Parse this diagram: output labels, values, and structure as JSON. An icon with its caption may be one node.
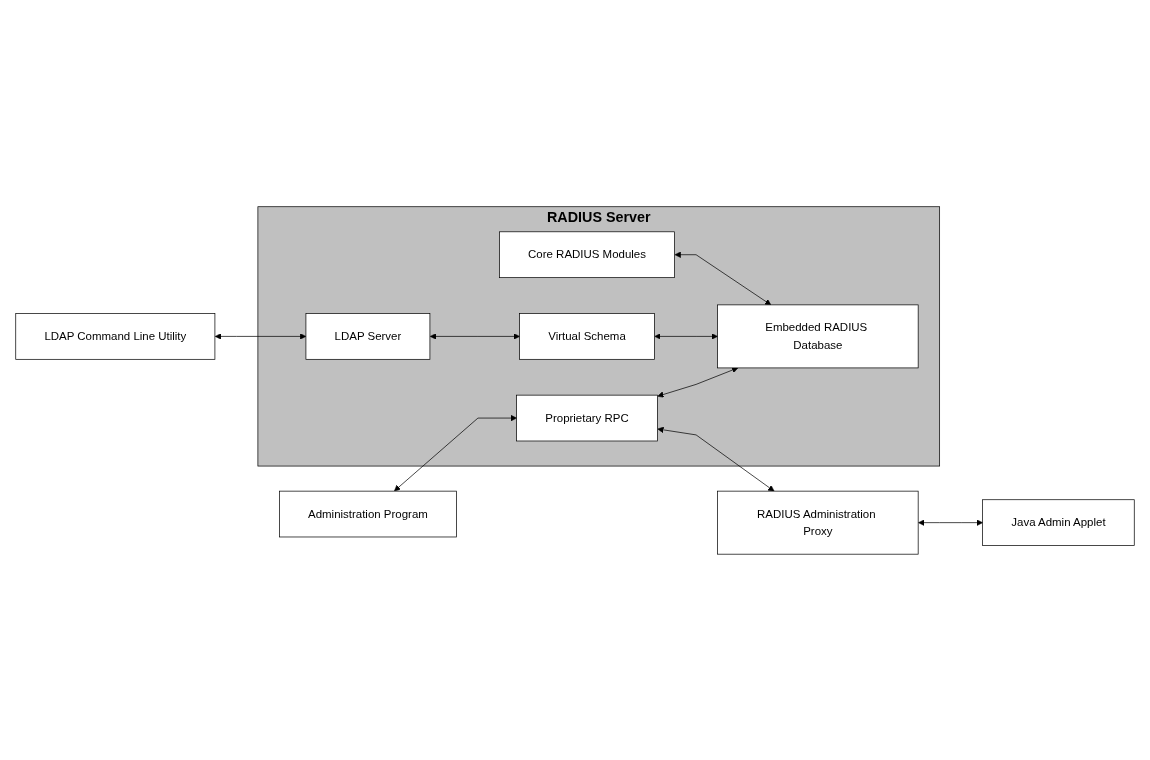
{
  "diagram": {
    "nodes": [
      {
        "text": [
          "RADIUS Server"
        ]
      },
      {
        "text": [
          "Core RADIUS Modules"
        ],
        "in": 0
      },
      {
        "text": [
          "LDAP Server"
        ],
        "in": 0
      },
      {
        "text": [
          "Virtual Schema"
        ],
        "in": 0
      },
      {
        "text": [
          "Embedded RADIUS Database"
        ],
        "in": 0
      },
      {
        "text": [
          "Proprietary RPC"
        ],
        "in": 0
      },
      {
        "text": [
          "LDAP Command Line Utility"
        ]
      },
      {
        "text": [
          "Administration Program"
        ]
      },
      {
        "text": [
          "RADIUS Administration Proxy"
        ]
      },
      {
        "text": [
          "Java Admin Applet"
        ]
      }
    ],
    "edges": [
      {
        "from": 1,
        "to": 4,
        "arrow": "both"
      },
      {
        "from": 6,
        "to": 2,
        "arrow": "both"
      },
      {
        "from": 2,
        "to": 3,
        "arrow": "both"
      },
      {
        "from": 3,
        "to": 4,
        "arrow": "both"
      },
      {
        "from": 5,
        "to": 4,
        "arrow": "both"
      },
      {
        "from": 7,
        "to": 5,
        "arrow": "both"
      },
      {
        "from": 5,
        "to": 8,
        "arrow": "both"
      },
      {
        "from": 8,
        "to": 9,
        "arrow": "both"
      }
    ]
  }
}
